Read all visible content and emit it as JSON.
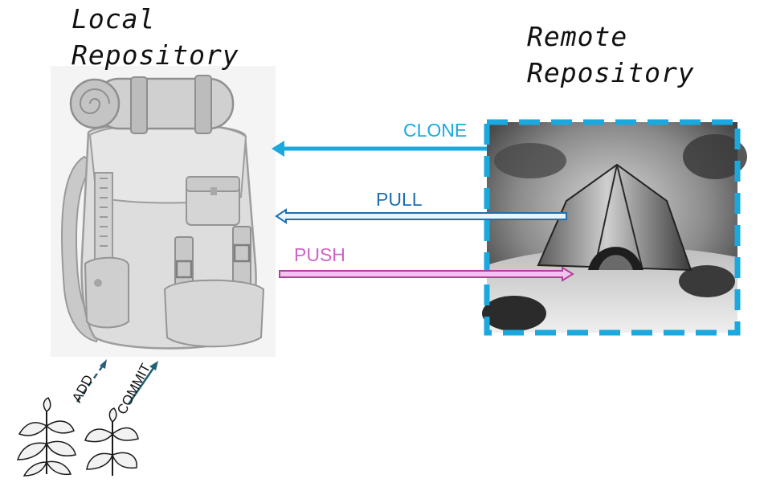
{
  "local": {
    "title_line1": "Local",
    "title_line2": "Repository"
  },
  "remote": {
    "title_line1": "Remote",
    "title_line2": "Repository"
  },
  "arrows": {
    "clone": "CLONE",
    "pull": "PULL",
    "push": "PUSH",
    "add": "ADD",
    "commit": "COMMIT"
  },
  "colors": {
    "clone": "#1aa9df",
    "pull": "#1c6fb0",
    "push": "#d063c7",
    "add": "#2b5c7a",
    "commit": "#1f6275",
    "remote_border": "#1aa9df"
  },
  "icons": {
    "local": "backpack-icon",
    "remote": "tent-icon",
    "changes": "plant-icon"
  }
}
